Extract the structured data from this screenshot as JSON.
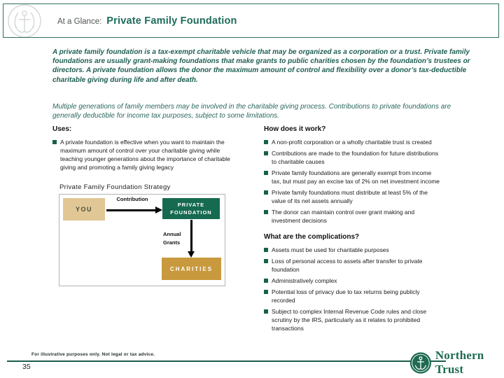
{
  "header": {
    "prefix": "At a Glance:",
    "title": "Private Family Foundation"
  },
  "intro": {
    "para1": "A private family foundation is a tax-exempt charitable vehicle that may be organized as a corporation or a trust. Private family foundations are usually grant-making foundations that make grants to public charities chosen by the foundation’s trustees or directors. A private foundation allows the donor the maximum amount of control and flexibility over a donor’s tax-deductible charitable giving during life and after death.",
    "para2": "Multiple generations of family members may be involved in the charitable giving process. Contributions to private foundations are generally deductible for income tax purposes, subject to some limitations."
  },
  "uses": {
    "heading": "Uses:",
    "bullets": [
      "A private foundation is effective when you want to maintain the maximum amount of control over your charitable giving while teaching younger generations about the importance of charitable giving and promoting a family giving legacy"
    ]
  },
  "diagram": {
    "title": "Private Family Foundation Strategy",
    "you_label": "YOU",
    "contribution_label": "Contribution",
    "foundation_label": "PRIVATE FOUNDATION",
    "annual_grants_label": "Annual Grants",
    "charities_label": "CHARITIES",
    "colors": {
      "you_box": "#e0c795",
      "foundation_box": "#156a50",
      "charities_box": "#c8993d"
    }
  },
  "how": {
    "heading": "How does it work?",
    "bullets": [
      "A non-profit corporation or a wholly charitable trust is created",
      "Contributions are made to the foundation for future distributions to charitable causes",
      "Private family foundations are generally exempt from income tax, but must pay an excise tax of 2% on net investment income",
      "Private family foundations must distribute at least 5% of the value of its net assets annually",
      "The donor can maintain control over grant making and investment decisions"
    ]
  },
  "complications": {
    "heading": "What are the complications?",
    "bullets": [
      "Assets must be used for charitable purposes",
      "Loss of personal access to assets after transfer to private foundation",
      "Administratively complex",
      "Potential loss of privacy due to tax returns being publicly recorded",
      "Subject to complex Internal Revenue Code rules and close scrutiny by the IRS, particularly as it relates to prohibited transactions"
    ]
  },
  "footer": {
    "disclaimer": "For illustrative purposes only. Not legal or tax advice.",
    "page_number": "35",
    "brand": "Northern Trust"
  }
}
